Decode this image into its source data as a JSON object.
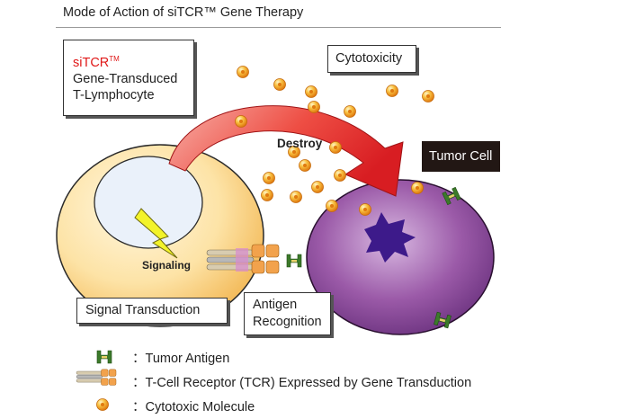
{
  "title": "Mode of Action of siTCR™ Gene Therapy",
  "boxes": {
    "sitcr_red": "siTCR",
    "sitcr_tm": "TM",
    "sitcr_line2": "Gene-Transduced",
    "sitcr_line3": "T-Lymphocyte",
    "cytotoxicity": "Cytotoxicity",
    "tumor_cell": "Tumor Cell",
    "signal_transduction": "Signal Transduction",
    "antigen_line1": "Antigen",
    "antigen_line2": "Recognition"
  },
  "labels": {
    "destroy": "Destroy",
    "signaling": "Signaling"
  },
  "legend": {
    "tumor_antigen": "：Tumor Antigen",
    "tcr": "：T-Cell Receptor (TCR) Expressed by Gene Transduction",
    "cytotoxic_molecule": "：Cytotoxic Molecule"
  },
  "colors": {
    "tcell_fill": "#fde3a6",
    "tumor_fill": "#9b5aa8",
    "arrow_red": "#e8282c",
    "molecule_orange": "#f5a21b",
    "antigen_green": "#3c7a2a",
    "star_dark": "#3d1a8a"
  }
}
